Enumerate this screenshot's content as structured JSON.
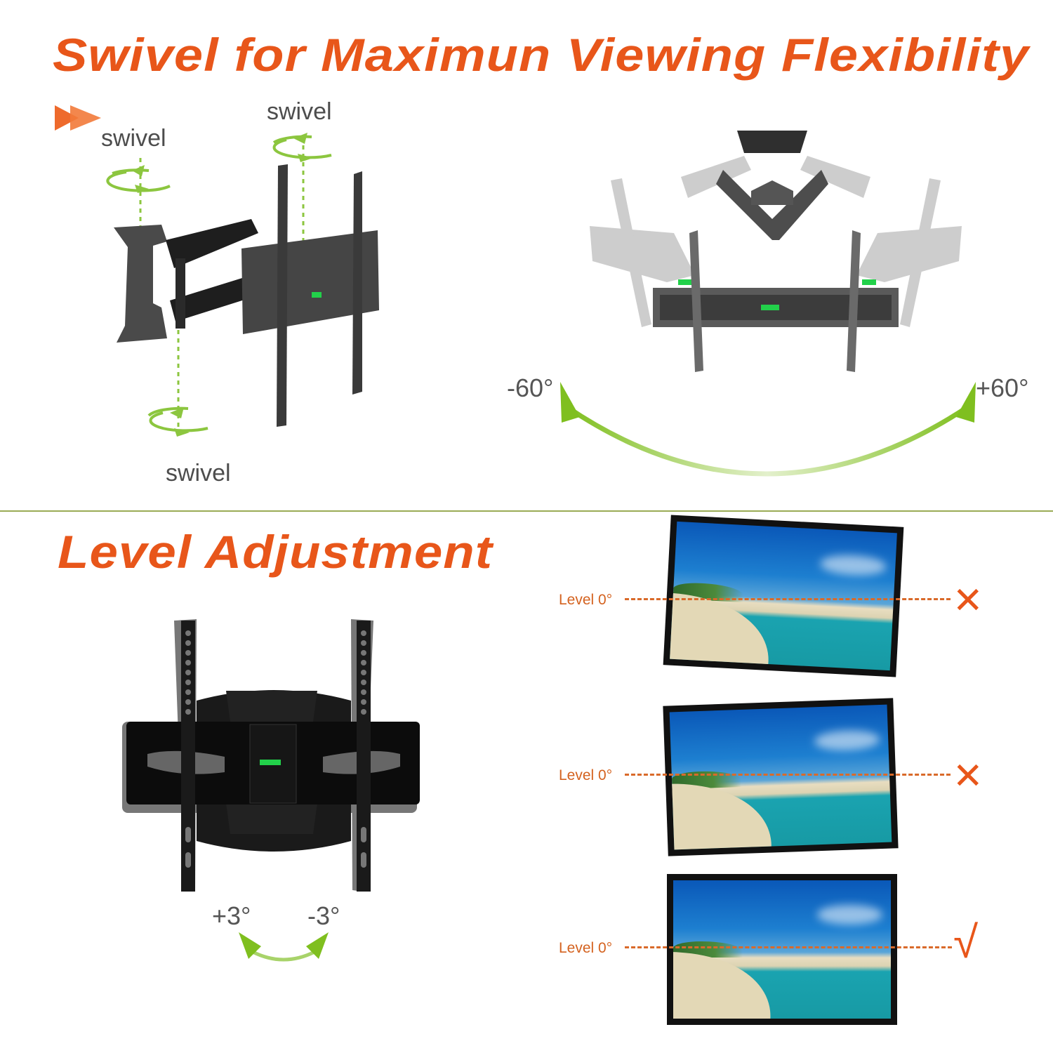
{
  "sections": {
    "swivel": {
      "title": "Swivel for Maximun Viewing Flexibility",
      "labels": {
        "swivel_top_left": "swivel",
        "swivel_top_right": "swivel",
        "swivel_bottom": "swivel"
      },
      "angle_left": "-60°",
      "angle_right": "+60°"
    },
    "level": {
      "title": "Level Adjustment",
      "tilt_left": "+3°",
      "tilt_right": "-3°",
      "examples": [
        {
          "label": "Level 0°",
          "result": "✕",
          "status": "wrong"
        },
        {
          "label": "Level 0°",
          "result": "✕",
          "status": "wrong"
        },
        {
          "label": "Level 0°",
          "result": "√",
          "status": "correct"
        }
      ]
    }
  },
  "colors": {
    "accent_orange": "#e8561a",
    "arrow_green": "#8cc63f",
    "divider": "#9aab55",
    "indicator_green": "#22d14a"
  }
}
